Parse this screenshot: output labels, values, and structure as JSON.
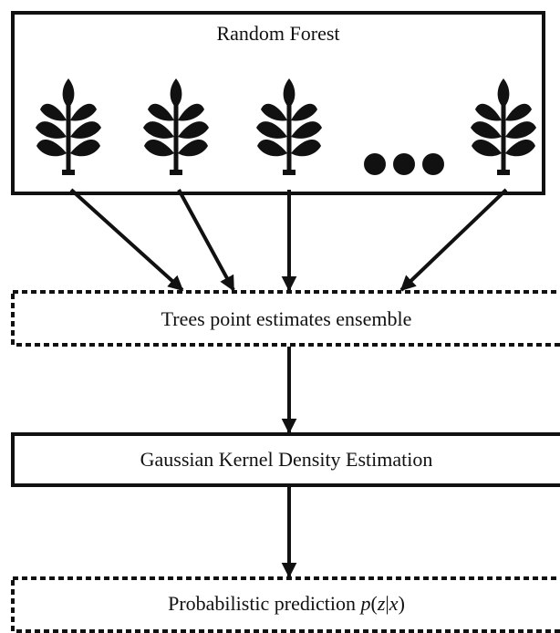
{
  "random_forest": {
    "title": "Random Forest",
    "tree_icon": "leafy-plant-icon",
    "ellipsis_icon": "three-dots-icon"
  },
  "ensemble": {
    "label": "Trees point estimates ensemble"
  },
  "kde": {
    "label": "Gaussian Kernel Density Estimation"
  },
  "prediction": {
    "label_text": "Probabilistic prediction ",
    "label_math": {
      "p": "p",
      "open": "(",
      "z": "z",
      "bar": "|",
      "x": "x",
      "close": ")"
    }
  },
  "colors": {
    "ink": "#111111",
    "background": "#ffffff"
  }
}
